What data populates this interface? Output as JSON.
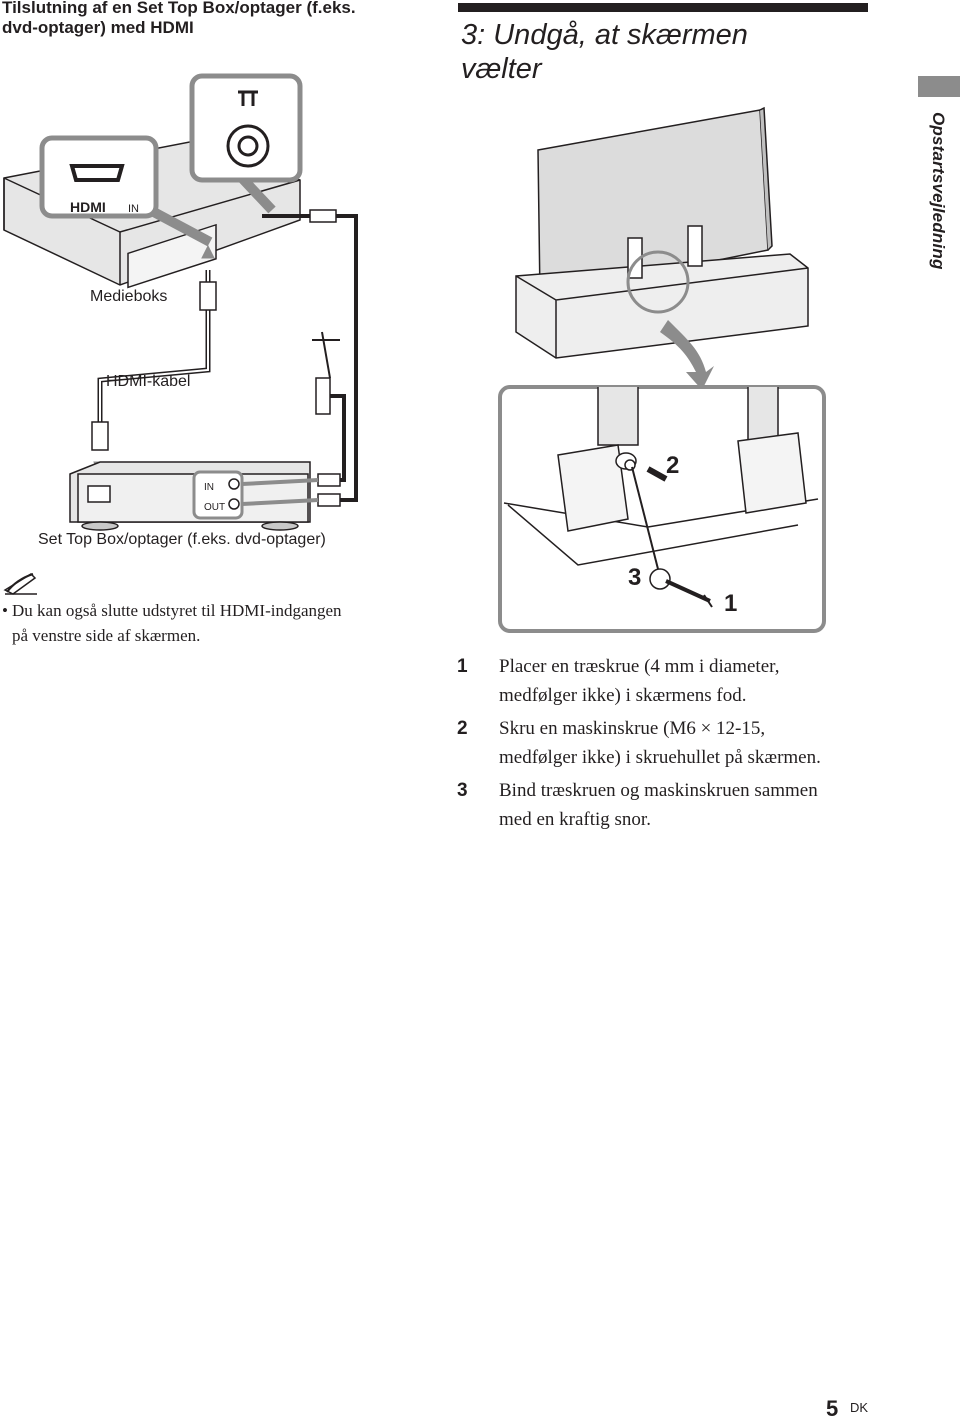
{
  "left_heading": {
    "line1": "Tilslutning af en Set Top Box/optager (f.eks.",
    "line2": "dvd-optager) med HDMI"
  },
  "section": {
    "title_line1": "3: Undgå, at skærmen",
    "title_line2": "vælter"
  },
  "side_tab": {
    "label": "Opstartsvejledning"
  },
  "diagram": {
    "labels": {
      "media_box": "Medieboks",
      "hdmi_cable": "HDMI-kabel",
      "set_top_box": "Set Top Box/optager (f.eks. dvd-optager)",
      "port_in": "IN",
      "port_out": "OUT",
      "hdmi_logo": "HDMI",
      "hdmi_in": "IN"
    }
  },
  "note": {
    "icon": "pencil-note-icon",
    "bullet": "•",
    "text_line1": "Du kan også slutte udstyret til HDMI-indgangen",
    "text_line2": "på venstre side af skærmen."
  },
  "stand_diagram": {
    "callout_1": "1",
    "callout_2": "2",
    "callout_3": "3"
  },
  "steps": [
    {
      "num": "1",
      "line1": "Placer en træskrue (4 mm i diameter,",
      "line2": "medfølger ikke) i skærmens fod."
    },
    {
      "num": "2",
      "line1": "Skru en maskinskrue (M6 × 12-15,",
      "line2": "medfølger ikke) i skruehullet på skærmen."
    },
    {
      "num": "3",
      "line1": "Bind træskruen og maskinskruen sammen",
      "line2": "med en kraftig snor."
    }
  ],
  "footer": {
    "page_number": "5",
    "language": "DK"
  }
}
